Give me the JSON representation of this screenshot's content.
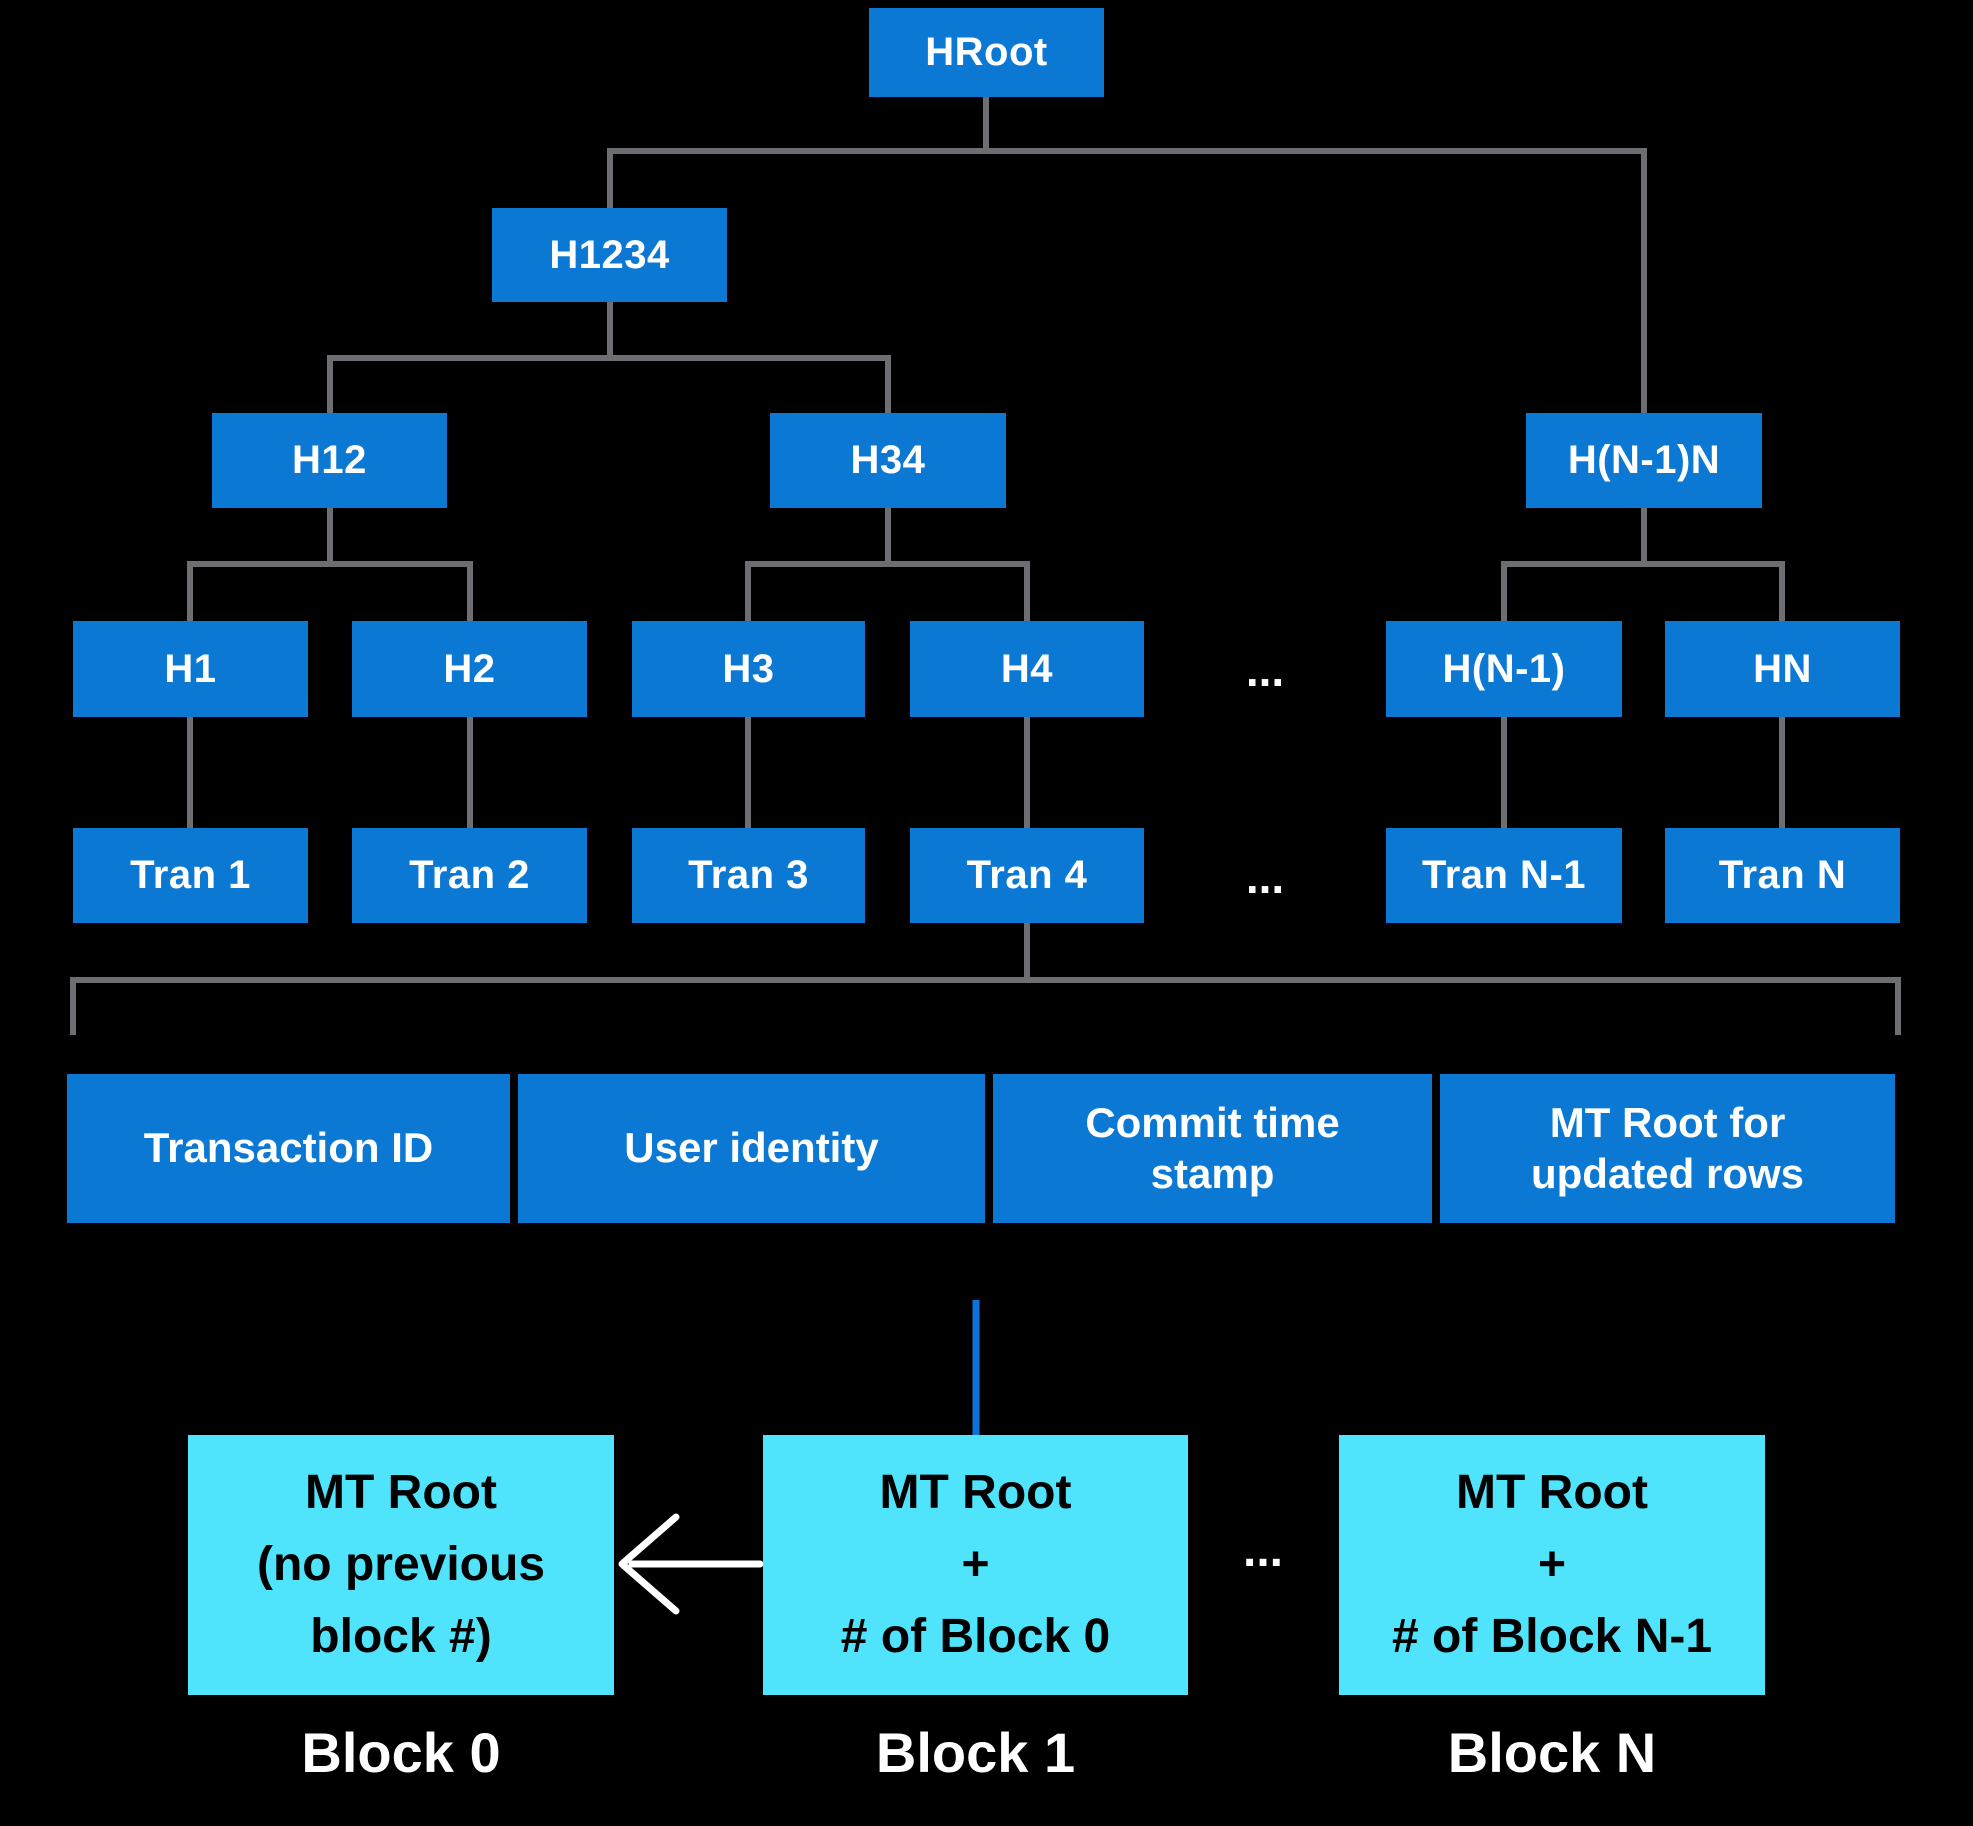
{
  "colors": {
    "background": "#000000",
    "node_blue": "#0B78D4",
    "block_cyan": "#4FE3FC",
    "connector_gray": "#6D6E71",
    "connector_blue": "#0D72D9",
    "node_text": "#FFFFFF",
    "block_text": "#000000"
  },
  "tree": {
    "hroot": "HRoot",
    "h1234": "H1234",
    "h12": "H12",
    "h34": "H34",
    "hn1n": "H(N-1)N",
    "h1": "H1",
    "h2": "H2",
    "h3": "H3",
    "h4": "H4",
    "hn1": "H(N-1)",
    "hn": "HN",
    "tran1": "Tran 1",
    "tran2": "Tran 2",
    "tran3": "Tran 3",
    "tran4": "Tran 4",
    "trann1": "Tran N-1",
    "trann": "Tran N",
    "hash_row_ellipsis": "...",
    "tran_row_ellipsis": "..."
  },
  "transaction_detail": {
    "cells": [
      {
        "lines": [
          "Transaction ID"
        ]
      },
      {
        "lines": [
          "User identity"
        ]
      },
      {
        "lines": [
          "Commit time",
          "stamp"
        ]
      },
      {
        "lines": [
          "MT Root for",
          "updated rows"
        ]
      }
    ]
  },
  "blocks": {
    "items": [
      {
        "lines": [
          "MT Root",
          "(no previous",
          "block #)"
        ],
        "caption": "Block 0"
      },
      {
        "lines": [
          "MT Root",
          "+",
          "# of Block 0"
        ],
        "caption": "Block 1"
      },
      {
        "lines": [
          "MT Root",
          "+",
          "# of Block N-1"
        ],
        "caption": "Block N"
      }
    ],
    "ellipsis": "..."
  }
}
